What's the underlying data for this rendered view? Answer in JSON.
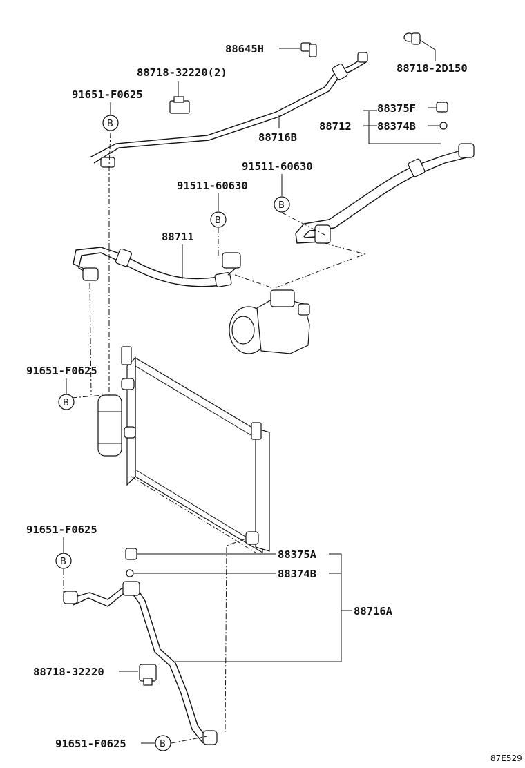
{
  "labels": {
    "p88645H": "88645H",
    "p88718_2D150": "88718-2D150",
    "p88718_32220_2": "88718-32220(2)",
    "p91651_top": "91651-F0625",
    "p88716B": "88716B",
    "p88712": "88712",
    "p88375F": "88375F",
    "p88374B_top": "88374B",
    "p91511_right": "91511-60630",
    "p91511_mid": "91511-60630",
    "p88711": "88711",
    "p91651_left": "91651-F0625",
    "p91651_lower": "91651-F0625",
    "p88375A": "88375A",
    "p88374B_low": "88374B",
    "p88716A": "88716A",
    "p88718_32220": "88718-32220",
    "p91651_bottom": "91651-F0625",
    "diagram_code": "87E529"
  },
  "bolt_marker": "B"
}
